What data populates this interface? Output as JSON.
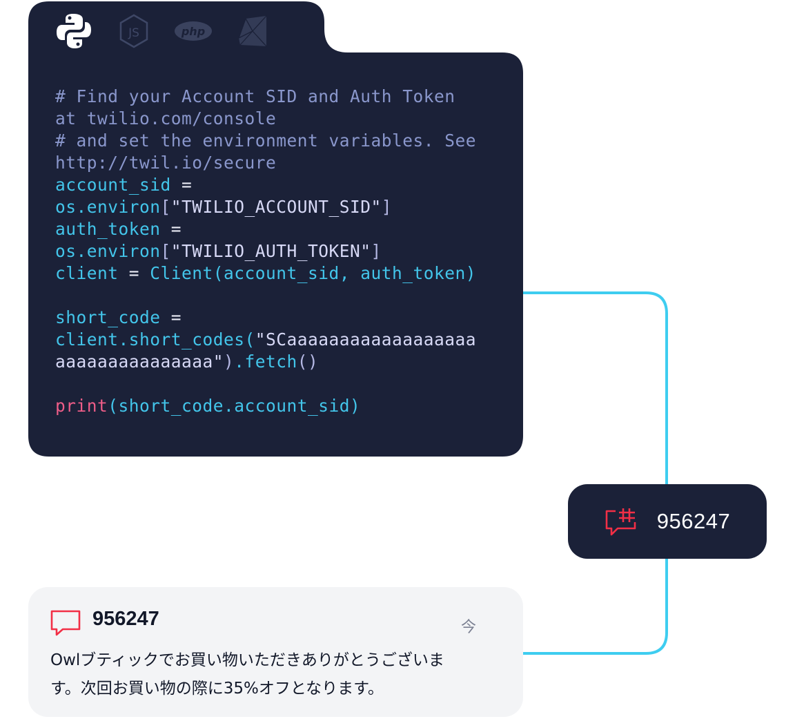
{
  "code_sample": {
    "language_tabs": [
      {
        "name": "Python",
        "icon": "python-icon",
        "active": true
      },
      {
        "name": "Node.js",
        "icon": "nodejs-icon",
        "active": false
      },
      {
        "name": "PHP",
        "icon": "php-icon",
        "active": false
      },
      {
        "name": "Ruby",
        "icon": "ruby-icon",
        "active": false
      }
    ],
    "lines": [
      "# Find your Account SID and Auth Token",
      "at twilio.com/console",
      "# and set the environment variables. See",
      "http://twil.io/secure",
      "account_sid =",
      "os.environ[\"TWILIO_ACCOUNT_SID\"]",
      "auth_token =",
      "os.environ[\"TWILIO_AUTH_TOKEN\"]",
      "client = Client(account_sid, auth_token)",
      "",
      "short_code =",
      "client.short_codes(\"SCaaaaaaaaaaaaaaaaaa",
      "aaaaaaaaaaaaaaa\").fetch()",
      "",
      "print(short_code.account_sid)"
    ],
    "tokens": {
      "l1": "# Find your Account SID and Auth Token",
      "l2": "at twilio.com/console",
      "l3": "# and set the environment variables. See",
      "l4": "http://twil.io/secure",
      "account_sid": "account_sid",
      "auth_token": "auth_token",
      "eq": " =",
      "os_environ": "os.environ",
      "lbr": "[",
      "rbr": "]",
      "str_sid": "\"TWILIO_ACCOUNT_SID\"",
      "str_token": "\"TWILIO_AUTH_TOKEN\"",
      "client": "client",
      "eq_mid": " = ",
      "client_call": "Client(account_sid, auth_token)",
      "short_code": "short_code",
      "short_codes_call": "client.short_codes(",
      "str_sc1": "\"SCaaaaaaaaaaaaaaaaaa",
      "str_sc2": "aaaaaaaaaaaaaaa\"",
      "fetch_close": ")",
      "fetch": ".fetch",
      "parens": "()",
      "print": "print",
      "print_args": "(short_code.account_sid)"
    }
  },
  "short_code_badge": {
    "icon": "chat-hash-icon",
    "number": "956247"
  },
  "message": {
    "icon": "chat-bubble-icon",
    "sender": "956247",
    "time": "今",
    "body": "Owlブティックでお買い物いただきありがとうございます。次回お買い物の際に35%オフとなります。"
  },
  "colors": {
    "card_bg": "#1b2138",
    "connector": "#3ecdf0",
    "accent_red": "#f22f46",
    "message_bg": "#f3f4f6",
    "comment": "#8a97cc",
    "identifier": "#43c5ea",
    "keyword": "#ee5d88"
  }
}
